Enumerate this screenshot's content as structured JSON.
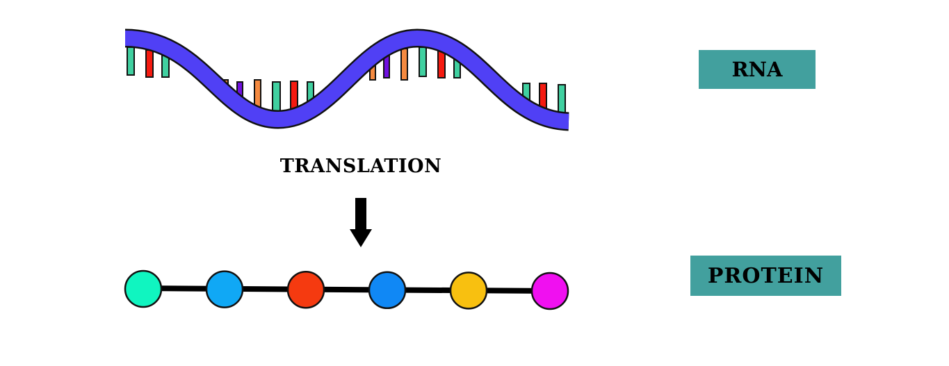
{
  "labels": {
    "rna": "RNA",
    "protein": "PROTEIN",
    "process": "TRANSLATION"
  },
  "colors": {
    "label_bg": "#42a09e",
    "rna_strand": "#5040f5",
    "base_teal": "#40d0a0",
    "base_red": "#f51a10",
    "base_orange": "#f58a40",
    "base_purple": "#7010e0"
  },
  "rna_bases": [
    "teal",
    "red",
    "teal",
    "orange",
    "purple",
    "orange",
    "teal",
    "red",
    "teal",
    "orange",
    "purple",
    "orange",
    "teal",
    "red",
    "teal",
    "teal",
    "red",
    "teal"
  ],
  "amino_acids": [
    "#10f5c0",
    "#10a8f5",
    "#f53a10",
    "#1088f5",
    "#f8c010",
    "#f010f0"
  ]
}
